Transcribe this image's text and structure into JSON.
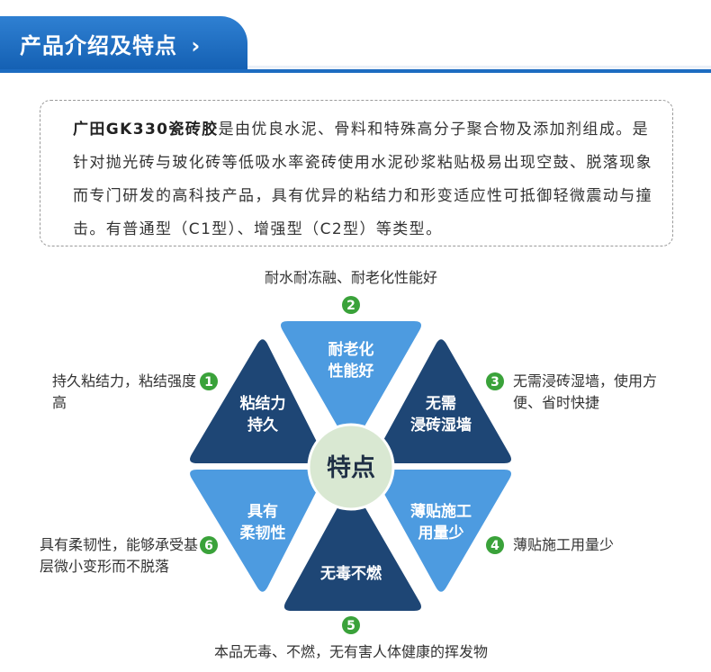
{
  "header": {
    "title": "产品介绍及特点",
    "arrow": "›"
  },
  "intro": {
    "brand": "广田GK330瓷砖胶",
    "text": "是由优良水泥、骨料和特殊高分子聚合物及添加剂组成。是针对抛光砖与玻化砖等低吸水率瓷砖使用水泥砂浆粘贴极易出现空鼓、脱落现象而专门研发的高科技产品，具有优异的粘结力和形变适应性可抵御轻微震动与撞击。有普通型（C1型）、增强型（C2型）等类型。"
  },
  "center": {
    "label": "特点"
  },
  "features": [
    {
      "number": "1",
      "title_lines": [
        "粘结力",
        "持久"
      ],
      "desc": "持久粘结力，粘结强度高"
    },
    {
      "number": "2",
      "title_lines": [
        "耐老化",
        "性能好"
      ],
      "desc": "耐水耐冻融、耐老化性能好"
    },
    {
      "number": "3",
      "title_lines": [
        "无需",
        "浸砖湿墙"
      ],
      "desc": "无需浸砖湿墙，使用方便、省时快捷"
    },
    {
      "number": "4",
      "title_lines": [
        "薄贴施工",
        "用量少"
      ],
      "desc": "薄贴施工用量少"
    },
    {
      "number": "5",
      "title_lines": [
        "无毒不燃"
      ],
      "desc": "本品无毒、不燃，无有害人体健康的挥发物"
    },
    {
      "number": "6",
      "title_lines": [
        "具有",
        "柔韧性"
      ],
      "desc": "具有柔韧性，能够承受基层微小变形而不脱落"
    }
  ],
  "colors": {
    "dark_blue": "#1e4675",
    "light_blue": "#4d9be0",
    "green": "#3aa23a",
    "center": "#d9e8d2",
    "header": "#1d6cc1"
  }
}
